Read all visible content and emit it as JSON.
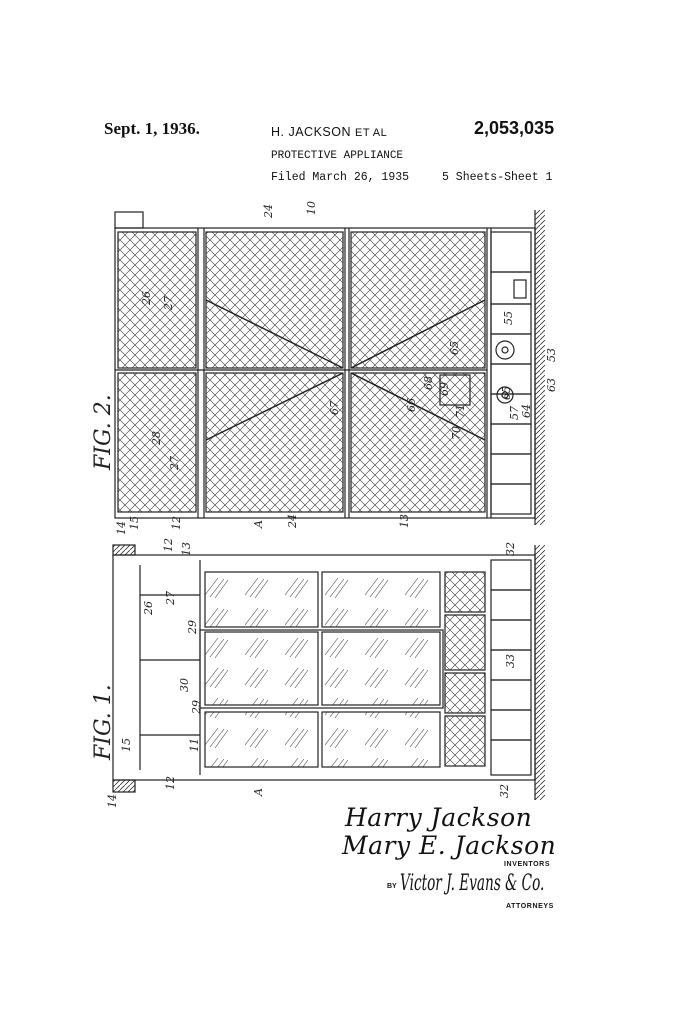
{
  "header": {
    "date": "Sept. 1, 1936.",
    "inventor_line": "H. JACKSON",
    "inventor_suffix": "ET AL",
    "patent_number": "2,053,035",
    "title": "PROTECTIVE APPLIANCE",
    "filed": "Filed March 26, 1935",
    "sheets": "5 Sheets-Sheet 1"
  },
  "figures": {
    "fig2_label": "FIG. 2.",
    "fig1_label": "FIG. 1.",
    "fig2_numerals": [
      "24",
      "10",
      "26",
      "27",
      "28",
      "27",
      "14",
      "15",
      "12",
      "A",
      "24",
      "13",
      "55",
      "53",
      "63",
      "64",
      "65",
      "57",
      "67",
      "66",
      "68",
      "69",
      "70",
      "71",
      "65"
    ],
    "fig1_numerals": [
      "12",
      "13",
      "26",
      "27",
      "29",
      "30",
      "29",
      "11",
      "15",
      "14",
      "12",
      "A",
      "32",
      "33",
      "32"
    ]
  },
  "signatures": {
    "inventor1": "Harry Jackson",
    "inventor2": "Mary E. Jackson",
    "inventors_label": "INVENTORS",
    "by_label": "BY",
    "attorney": "Victor J. Evans & Co.",
    "attorneys_label": "ATTORNEYS"
  },
  "colors": {
    "ink": "#222222",
    "paper": "#ffffff"
  }
}
